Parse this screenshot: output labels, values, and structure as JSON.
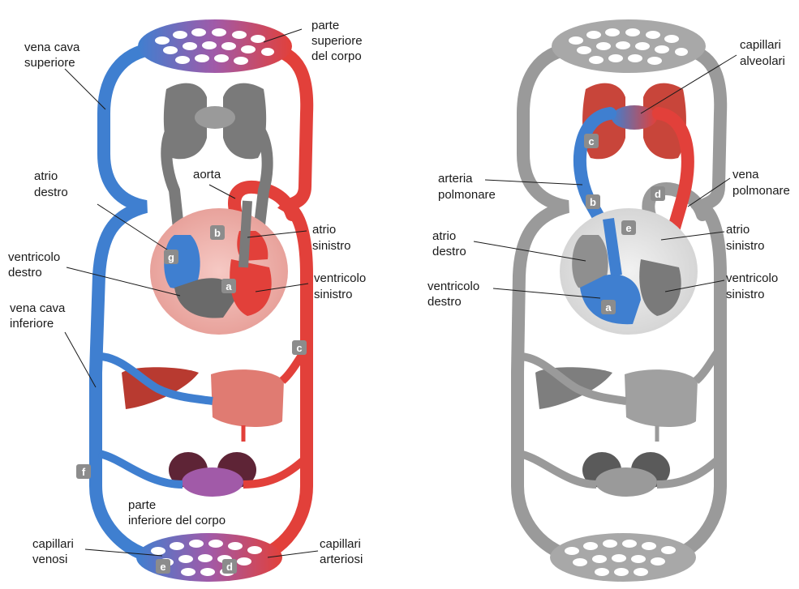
{
  "colors": {
    "venous_blue": "#3f7fd0",
    "arterial_red": "#e2403a",
    "vessel_gray": "#9a9a9a",
    "vessel_dark_gray": "#6e6e6e",
    "badge_gray": "#8c8c8c",
    "lung_red": "#c8453a",
    "liver_red": "#b83a30",
    "capillary_purple": "#a15aa8"
  },
  "left_diagram": {
    "labels": {
      "vena_cava_superiore": [
        "vena cava",
        "superiore"
      ],
      "parte_superiore": [
        "parte",
        "superiore",
        "del corpo"
      ],
      "atrio_destro": [
        "atrio",
        "destro"
      ],
      "aorta": "aorta",
      "atrio_sinistro": [
        "atrio",
        "sinistro"
      ],
      "ventricolo_destro": [
        "ventricolo",
        "destro"
      ],
      "ventricolo_sinistro": [
        "ventricolo",
        "sinistro"
      ],
      "vena_cava_inferiore": [
        "vena cava",
        "inferiore"
      ],
      "parte_inferiore": [
        "parte",
        "inferiore del corpo"
      ],
      "capillari_venosi": [
        "capillari",
        "venosi"
      ],
      "capillari_arteriosi": [
        "capillari",
        "arteriosi"
      ]
    },
    "badges": {
      "a": "a",
      "b": "b",
      "c": "c",
      "d": "d",
      "e": "e",
      "f": "f",
      "g": "g"
    }
  },
  "right_diagram": {
    "labels": {
      "capillari_alveolari": [
        "capillari",
        "alveolari"
      ],
      "arteria_polmonare": [
        "arteria",
        "polmonare"
      ],
      "vena_polmonare": [
        "vena",
        "polmonare"
      ],
      "atrio_destro": [
        "atrio",
        "destro"
      ],
      "atrio_sinistro": [
        "atrio",
        "sinistro"
      ],
      "ventricolo_destro": [
        "ventricolo",
        "destro"
      ],
      "ventricolo_sinistro": [
        "ventricolo",
        "sinistro"
      ]
    },
    "badges": {
      "a": "a",
      "b": "b",
      "c": "c",
      "d": "d",
      "e": "e"
    }
  }
}
